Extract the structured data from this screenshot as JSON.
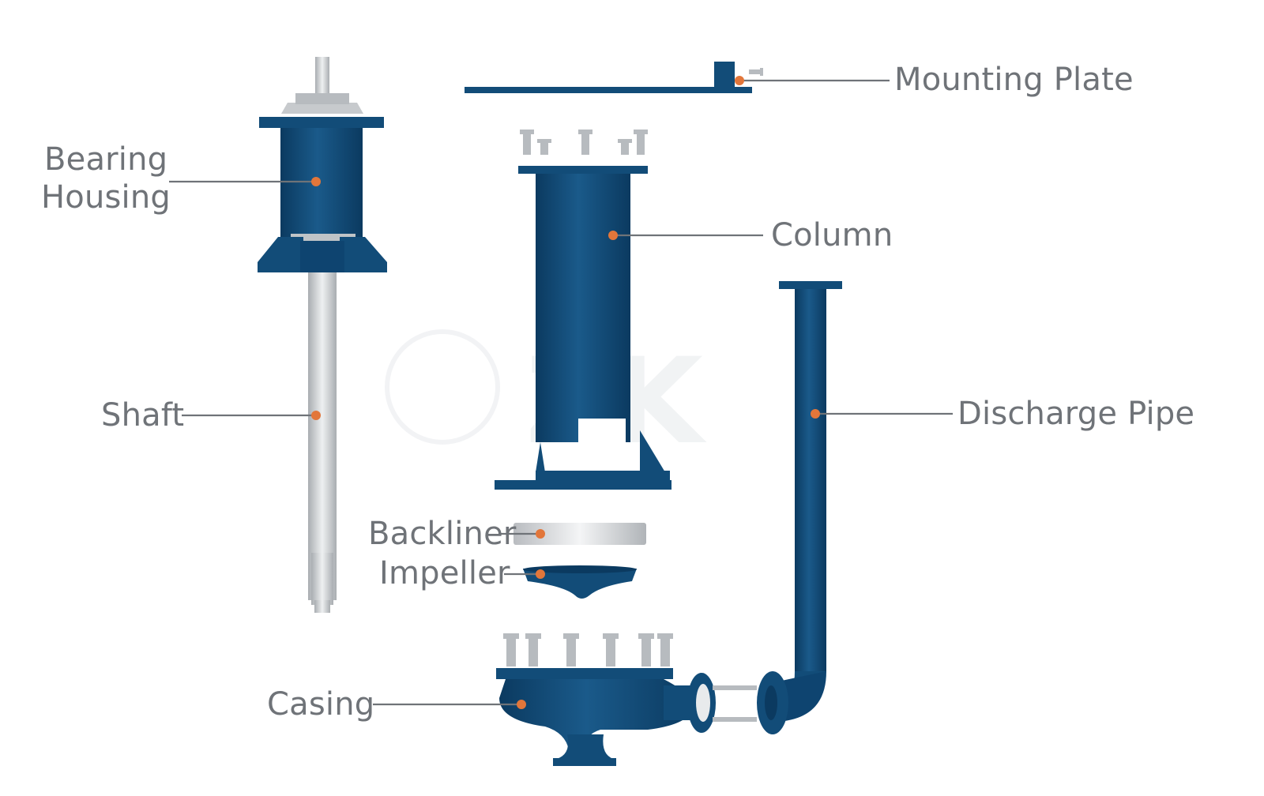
{
  "labels": {
    "mounting_plate": "Mounting Plate",
    "bearing_housing_line1": "Bearing",
    "bearing_housing_line2": "Housing",
    "column": "Column",
    "shaft": "Shaft",
    "discharge_pipe": "Discharge Pipe",
    "backliner": "Backliner",
    "impeller": "Impeller",
    "casing": "Casing"
  },
  "colors": {
    "part_blue": "#124c78",
    "part_blue_dark": "#0b3a60",
    "steel_light": "#d8dadc",
    "steel_mid": "#b7bbbf",
    "marker_orange": "#e2763a",
    "label_gray": "#6f7378"
  },
  "watermark": {
    "text": "ZK"
  }
}
